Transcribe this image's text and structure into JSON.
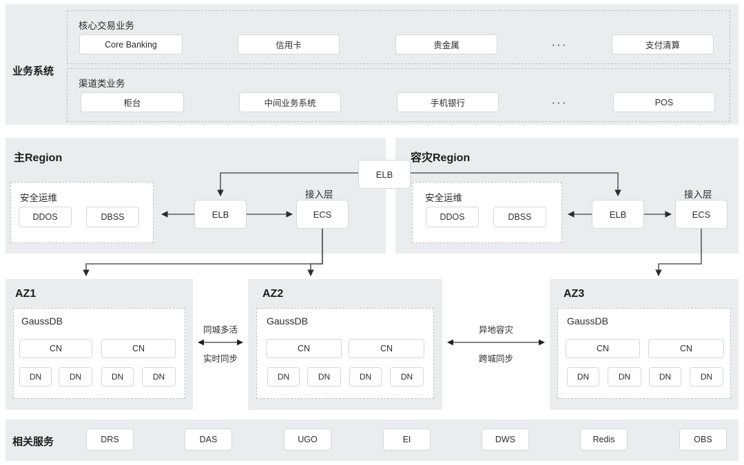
{
  "colors": {
    "panel_bg": "#ebeced",
    "chip_bg": "#ffffff",
    "chip_border": "#d4d6d8",
    "dash_border": "#bfbfbf",
    "wire": "#58595b",
    "text": "#2b2b2b"
  },
  "business": {
    "side_label": "业务系统",
    "rows": [
      {
        "title": "核心交易业务",
        "items": [
          "Core Banking",
          "信用卡",
          "贵金属"
        ],
        "ellipsis": "···",
        "last": "支付清算"
      },
      {
        "title": "渠道类业务",
        "items": [
          "柜台",
          "中间业务系统",
          "手机银行"
        ],
        "ellipsis": "···",
        "last": "POS"
      }
    ]
  },
  "regions": {
    "primary": {
      "title": "主Region",
      "secops_label": "安全运维",
      "secops_items": [
        "DDOS",
        "DBSS"
      ],
      "elb": "ELB",
      "access_layer_label": "接入层",
      "ecs": "ECS"
    },
    "dr": {
      "title": "容灾Region",
      "secops_label": "安全运维",
      "secops_items": [
        "DDOS",
        "DBSS"
      ],
      "elb": "ELB",
      "access_layer_label": "接入层",
      "ecs": "ECS"
    },
    "global_elb": "ELB"
  },
  "azs": [
    {
      "name": "AZ1",
      "db_label": "GaussDB",
      "cn_nodes": [
        "CN",
        "CN"
      ],
      "dn_nodes": [
        "DN",
        "DN",
        "DN",
        "DN"
      ]
    },
    {
      "name": "AZ2",
      "db_label": "GaussDB",
      "cn_nodes": [
        "CN",
        "CN"
      ],
      "dn_nodes": [
        "DN",
        "DN",
        "DN",
        "DN"
      ]
    },
    {
      "name": "AZ3",
      "db_label": "GaussDB",
      "cn_nodes": [
        "CN",
        "CN"
      ],
      "dn_nodes": [
        "DN",
        "DN",
        "DN",
        "DN"
      ]
    }
  ],
  "sync_links": [
    {
      "top": "同城多活",
      "bottom": "实时同步"
    },
    {
      "top": "异地容灾",
      "bottom": "跨城同步"
    }
  ],
  "services": {
    "side_label": "相关服务",
    "items": [
      "DRS",
      "DAS",
      "UGO",
      "EI",
      "DWS",
      "Redis",
      "OBS"
    ]
  }
}
